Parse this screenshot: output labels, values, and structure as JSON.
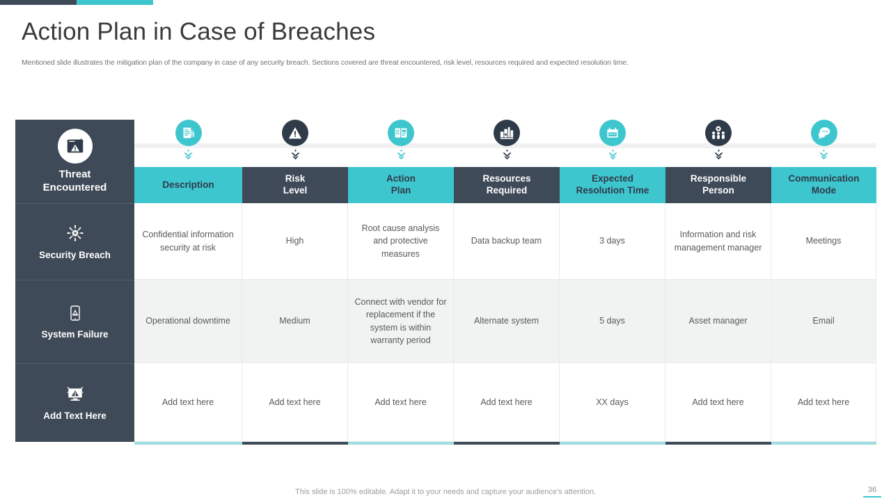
{
  "accents": {
    "dark": "#3f4a58",
    "teal": "#3ec6cf"
  },
  "header": {
    "title": "Action Plan in Case of Breaches",
    "subtitle": "Mentioned slide illustrates the mitigation plan of the company in case of any security breach. Sections covered are threat encountered, risk level, resources required and expected resolution time."
  },
  "threat_column": {
    "label_line1": "Threat",
    "label_line2": "Encountered",
    "icon": "browser-warning-icon"
  },
  "columns": [
    {
      "label_line1": "Description",
      "label_line2": "",
      "style": "teal",
      "icon": "document-lines-icon"
    },
    {
      "label_line1": "Risk",
      "label_line2": "Level",
      "style": "dark",
      "icon": "warning-triangle-icon"
    },
    {
      "label_line1": "Action",
      "label_line2": "Plan",
      "style": "teal",
      "icon": "clipboard-plan-icon"
    },
    {
      "label_line1": "Resources",
      "label_line2": "Required",
      "style": "dark",
      "icon": "factory-resources-icon"
    },
    {
      "label_line1": "Expected",
      "label_line2": "Resolution Time",
      "style": "teal",
      "icon": "calendar-time-icon"
    },
    {
      "label_line1": "Responsible",
      "label_line2": "Person",
      "style": "dark",
      "icon": "people-gear-icon"
    },
    {
      "label_line1": "Communication",
      "label_line2": "Mode",
      "style": "teal",
      "icon": "speech-bubble-icon"
    }
  ],
  "rows": [
    {
      "label": "Security Breach",
      "icon": "virus-shield-icon",
      "cells": [
        "Confidential information security at risk",
        "High",
        "Root cause analysis and protective measures",
        "Data backup team",
        "3 days",
        "Information and risk management manager",
        "Meetings"
      ]
    },
    {
      "label": "System Failure",
      "icon": "device-error-icon",
      "cells": [
        "Operational downtime",
        "Medium",
        "Connect with vendor for replacement if the system is within warranty period",
        "Alternate system",
        "5 days",
        "Asset manager",
        "Email"
      ]
    },
    {
      "label": "Add Text Here",
      "icon": "monitor-warning-icon",
      "cells": [
        "Add text here",
        "Add text here",
        "Add text here",
        "Add text here",
        "XX days",
        "Add text here",
        "Add text here"
      ]
    }
  ],
  "footer": {
    "note": "This slide is 100% editable. Adapt it to your needs and capture your audience's attention.",
    "page_number": "36"
  }
}
